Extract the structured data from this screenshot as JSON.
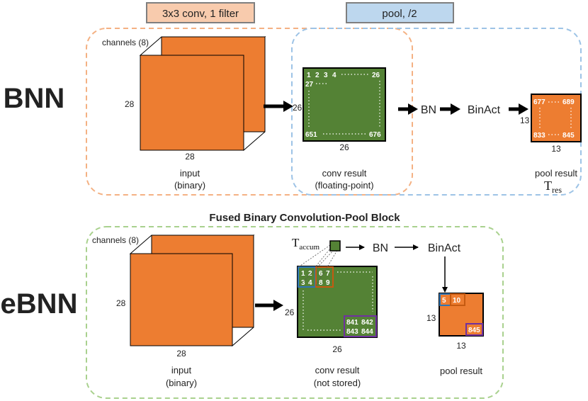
{
  "header": {
    "conv_label": "3x3 conv, 1 filter",
    "pool_label": "pool, /2"
  },
  "bnn": {
    "title": "BNN",
    "input": {
      "channels_label": "channels (8)",
      "height_label": "28",
      "width_label": "28",
      "caption_line1": "input",
      "caption_line2": "(binary)"
    },
    "conv": {
      "side_label": "26",
      "bottom_label": "26",
      "cell_1": "1",
      "cell_2": "2",
      "cell_3": "3",
      "cell_4": "4",
      "cell_26": "26",
      "cell_27": "27",
      "cell_651": "651",
      "cell_676": "676",
      "caption_line1": "conv result",
      "caption_line2": "(floating-point)"
    },
    "bn_label": "BN",
    "binact_label": "BinAct",
    "pool": {
      "side_label": "13",
      "bottom_label": "13",
      "cell_677": "677",
      "cell_689": "689",
      "cell_833": "833",
      "cell_845": "845",
      "caption": "pool result",
      "t_res_main": "T",
      "t_res_sub": "res"
    }
  },
  "ebnn": {
    "title": "eBNN",
    "block_title": "Fused Binary Convolution-Pool Block",
    "input": {
      "channels_label": "channels (8)",
      "height_label": "28",
      "width_label": "28",
      "caption_line1": "input",
      "caption_line2": "(binary)"
    },
    "t_accum_main": "T",
    "t_accum_sub": "accum",
    "bn_label": "BN",
    "binact_label": "BinAct",
    "conv": {
      "side_label": "26",
      "bottom_label": "26",
      "cell_1": "1",
      "cell_2": "2",
      "cell_3": "3",
      "cell_4": "4",
      "cell_6": "6",
      "cell_7": "7",
      "cell_8": "8",
      "cell_9": "9",
      "cell_841": "841",
      "cell_842": "842",
      "cell_843": "843",
      "cell_844": "844",
      "caption_line1": "conv result",
      "caption_line2": "(not stored)"
    },
    "pool": {
      "side_label": "13",
      "bottom_label": "13",
      "cell_5": "5",
      "cell_10": "10",
      "cell_845": "845",
      "caption": "pool result"
    }
  },
  "colors": {
    "orange": "#ed7d31",
    "green": "#548235",
    "conv_box_fill": "#f8cbad",
    "conv_box_border": "#7f7f7f",
    "pool_box_fill": "#bdd7ee",
    "conv_region_dash": "#f4b183",
    "pool_region_dash": "#9dc3e6",
    "fused_dash": "#a9d18e",
    "highlight_blue": "#2e75b6",
    "highlight_orange": "#c55a11",
    "highlight_purple": "#7030a0"
  }
}
